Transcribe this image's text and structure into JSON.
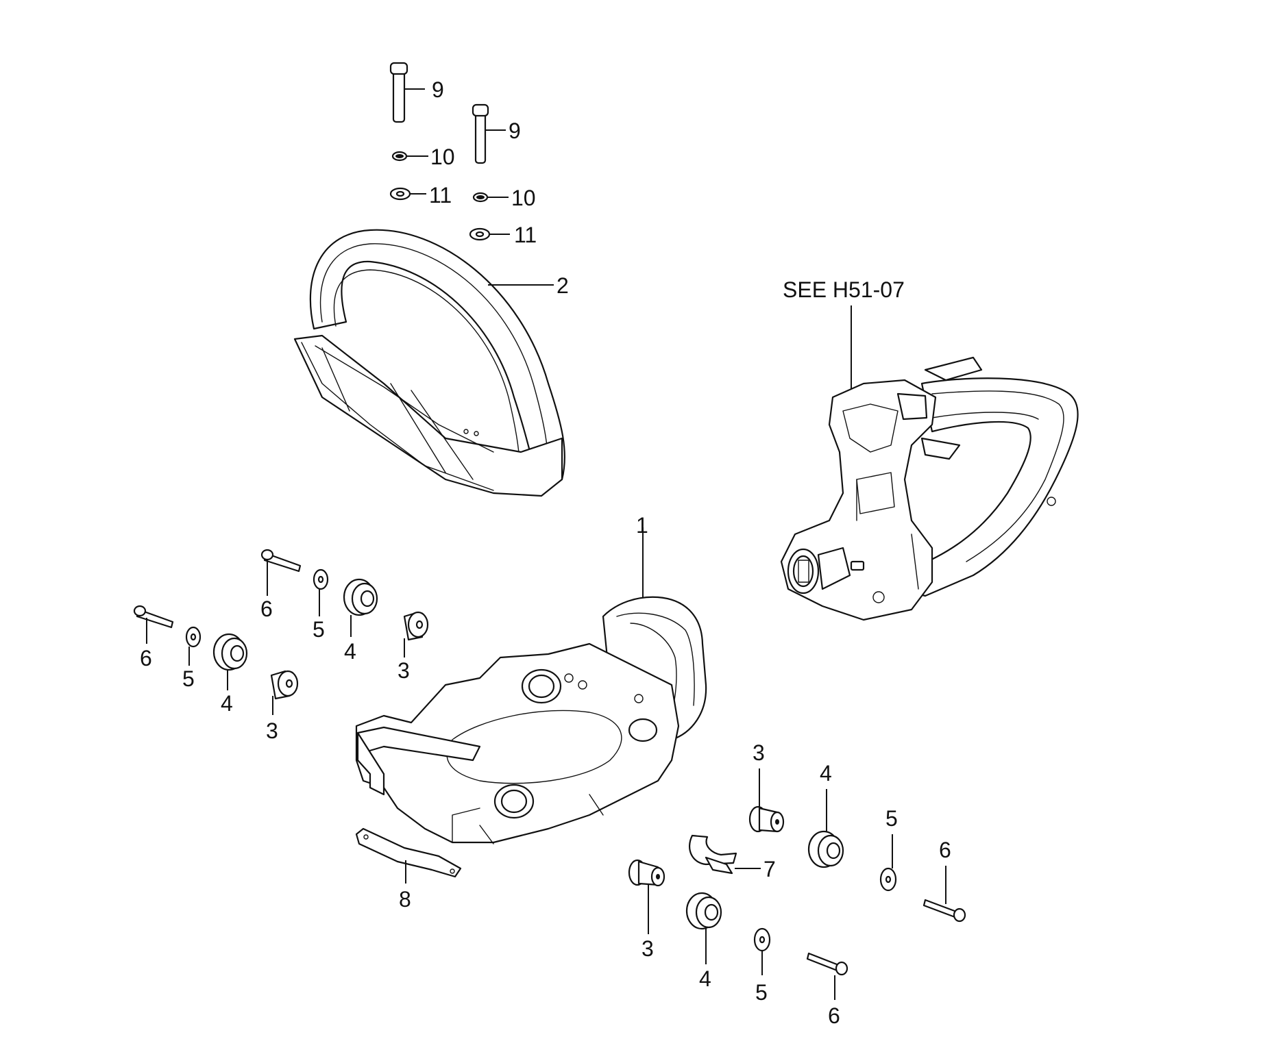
{
  "reference_label": "SEE H51-07",
  "callouts": {
    "p1": "1",
    "p2": "2",
    "p3": "3",
    "p4": "4",
    "p5": "5",
    "p6": "6",
    "p7": "7",
    "p8": "8",
    "p9": "9",
    "p10": "10",
    "p11": "11"
  }
}
